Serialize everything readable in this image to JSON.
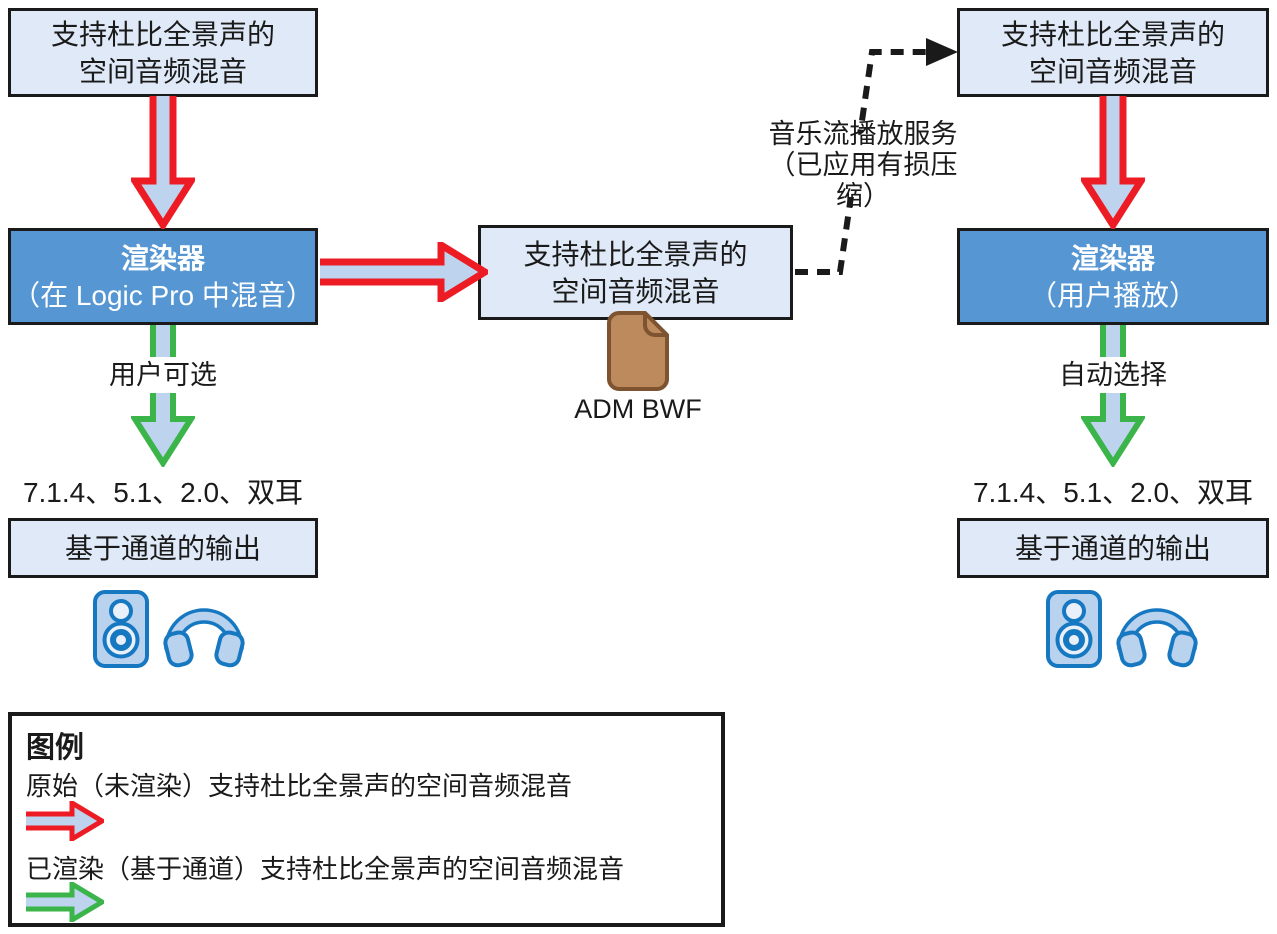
{
  "nodes": {
    "left_source": "支持杜比全景声的\n空间音频混音",
    "middle_mix": "支持杜比全景声的\n空间音频混音",
    "right_source": "支持杜比全景声的\n空间音频混音",
    "left_renderer_title": "渲染器",
    "left_renderer_subtitle": "（在 Logic Pro 中混音）",
    "right_renderer_title": "渲染器",
    "right_renderer_subtitle": "（用户播放）",
    "left_output": "基于通道的输出",
    "right_output": "基于通道的输出"
  },
  "labels": {
    "left_arrow_label": "用户可选",
    "right_arrow_label": "自动选择",
    "left_formats": "7.1.4、5.1、2.0、双耳",
    "right_formats": "7.1.4、5.1、2.0、双耳",
    "streaming_service": "音乐流播放服务\n（已应用有损压缩）",
    "file_label": "ADM BWF"
  },
  "legend": {
    "title": "图例",
    "items": [
      {
        "label": "原始（未渲染）支持杜比全景声的空间音频混音",
        "arrow_color": "#ED1C24"
      },
      {
        "label": "已渲染（基于通道）支持杜比全景声的空间音频混音",
        "arrow_color": "#3BB54A"
      }
    ]
  },
  "colors": {
    "red_arrow": "#ED1C24",
    "green_arrow": "#3BB54A",
    "arrow_fill": "#BDD3EE",
    "node_fill": "#DFE9F7",
    "renderer_fill": "#5697D3",
    "outline": "#1A1A1A",
    "icon_blue": "#1778C2",
    "icon_fill": "#B9D3EF",
    "file_fill": "#BD8A5E",
    "file_stroke": "#7D5330"
  }
}
